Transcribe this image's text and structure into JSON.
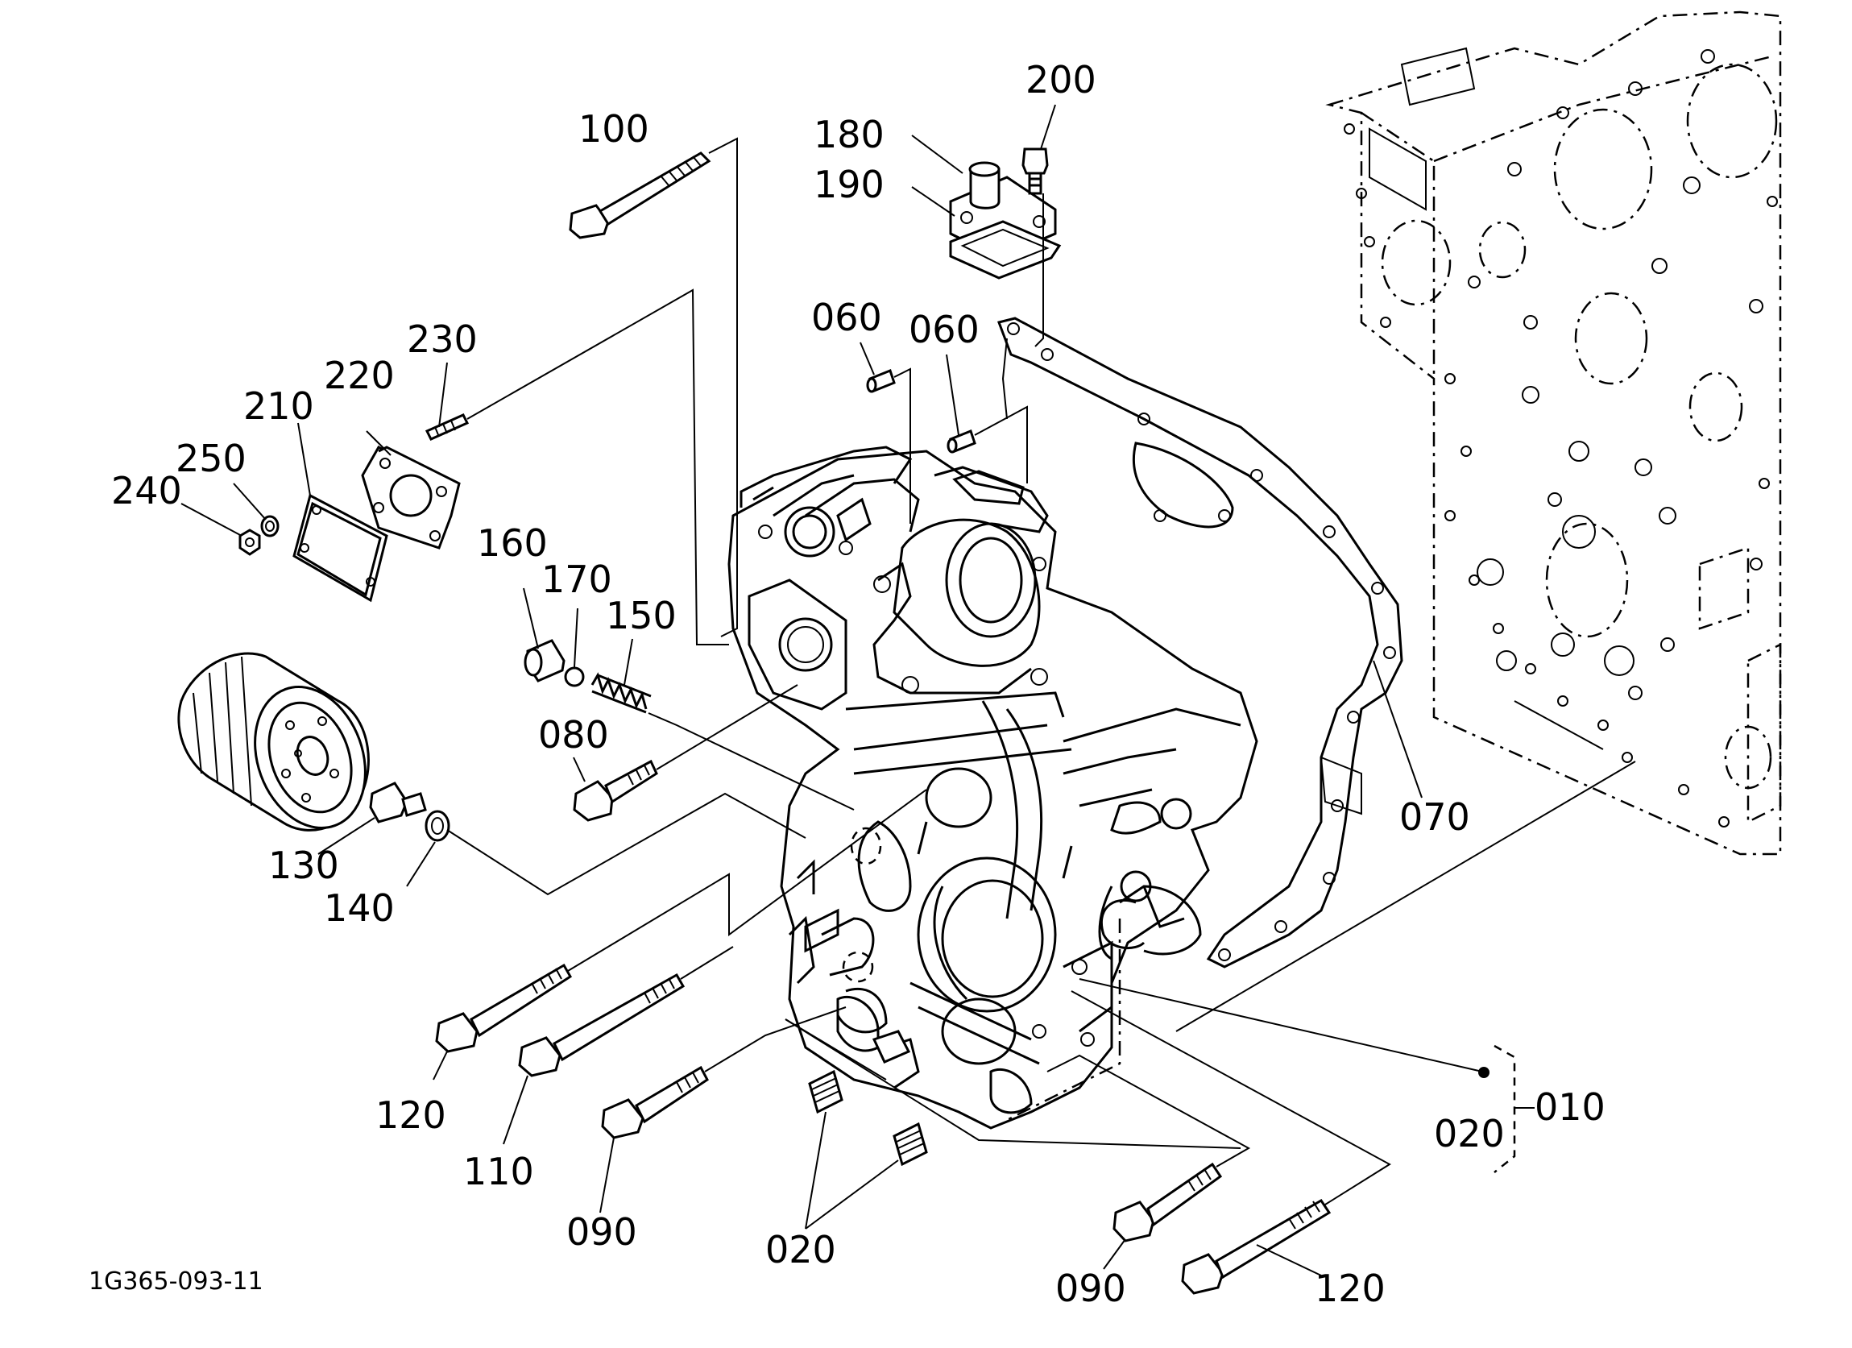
{
  "diagram_code": "1G365-093-11",
  "callouts": {
    "c100": "100",
    "c180": "180",
    "c190": "190",
    "c200": "200",
    "c230": "230",
    "c220": "220",
    "c210": "210",
    "c250": "250",
    "c240": "240",
    "c060a": "060",
    "c060b": "060",
    "c160": "160",
    "c170": "170",
    "c150": "150",
    "c080": "080",
    "c130": "130",
    "c140": "140",
    "c070": "070",
    "c120a": "120",
    "c110": "110",
    "c090a": "090",
    "c020a": "020",
    "c090b": "090",
    "c120b": "120",
    "c020b": "020",
    "c010": "010"
  },
  "parts": {
    "bolt_100": "bolt",
    "cover_180": "outlet pipe",
    "gasket_190": "gasket",
    "bolt_200": "bolt",
    "stud_230": "stud",
    "gasket_220": "gasket",
    "cover_210": "cover",
    "washer_250": "washer",
    "nut_240": "nut",
    "pin_060a": "pin",
    "pin_060b": "pin",
    "sleeve_160": "sleeve",
    "ball_170": "ball",
    "spring_150": "spring",
    "bolt_080": "bolt",
    "filter": "oil filter",
    "joint_130": "joint",
    "ring_140": "ring",
    "gasket_070": "gear case gasket",
    "bolt_120a": "bolt",
    "bolt_110": "bolt",
    "bolt_090a": "bolt",
    "plug_020": "plug",
    "bolt_090b": "bolt",
    "bolt_120b": "bolt",
    "gear_case": "gear case",
    "cylinder_block": "cylinder block"
  }
}
